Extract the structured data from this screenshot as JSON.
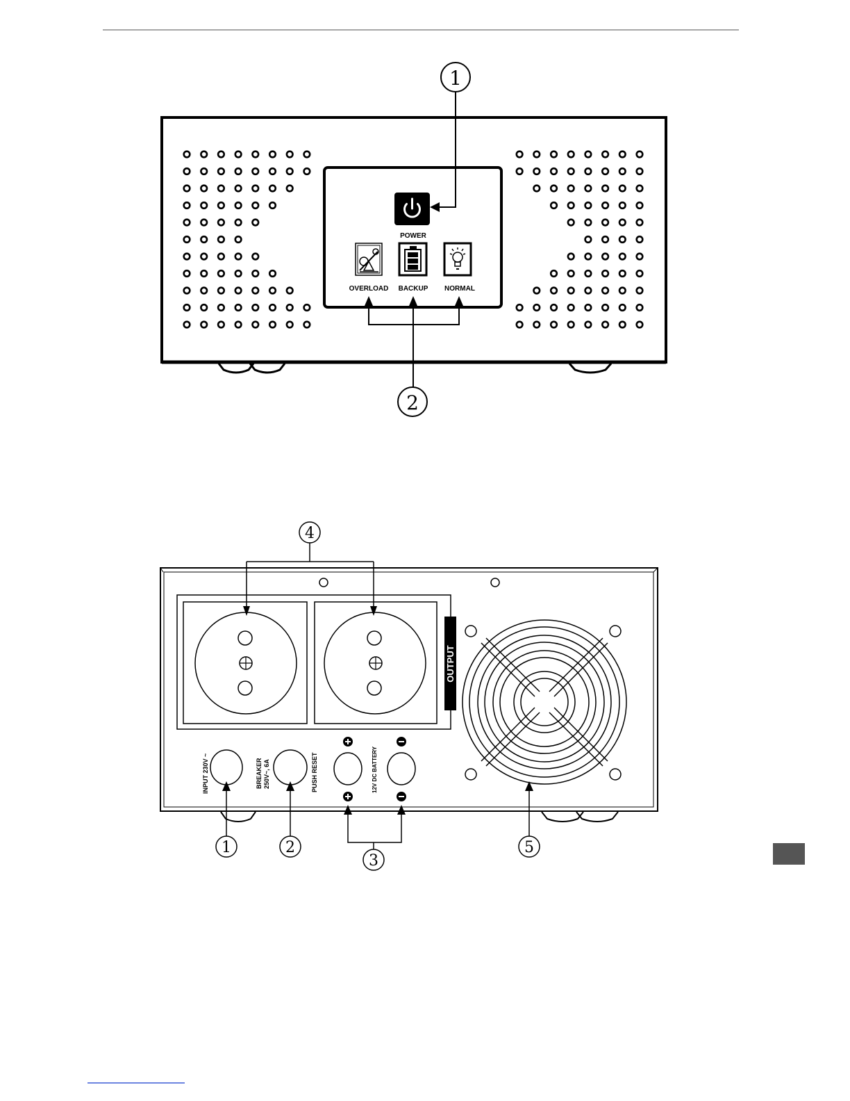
{
  "front_panel": {
    "power_label": "POWER",
    "indicators": [
      "OVERLOAD",
      "BACKUP",
      "NORMAL"
    ],
    "callouts": [
      "1",
      "2"
    ]
  },
  "rear_panel": {
    "output_label": "OUTPUT",
    "input_label": "INPUT  230V  ~",
    "breaker_line1": "BREAKER",
    "breaker_line2": "250V~, 6A",
    "push_reset_label": "PUSH RESET",
    "battery_label": "12V DC BATTERY",
    "callouts": [
      "1",
      "2",
      "3",
      "4",
      "5"
    ]
  }
}
